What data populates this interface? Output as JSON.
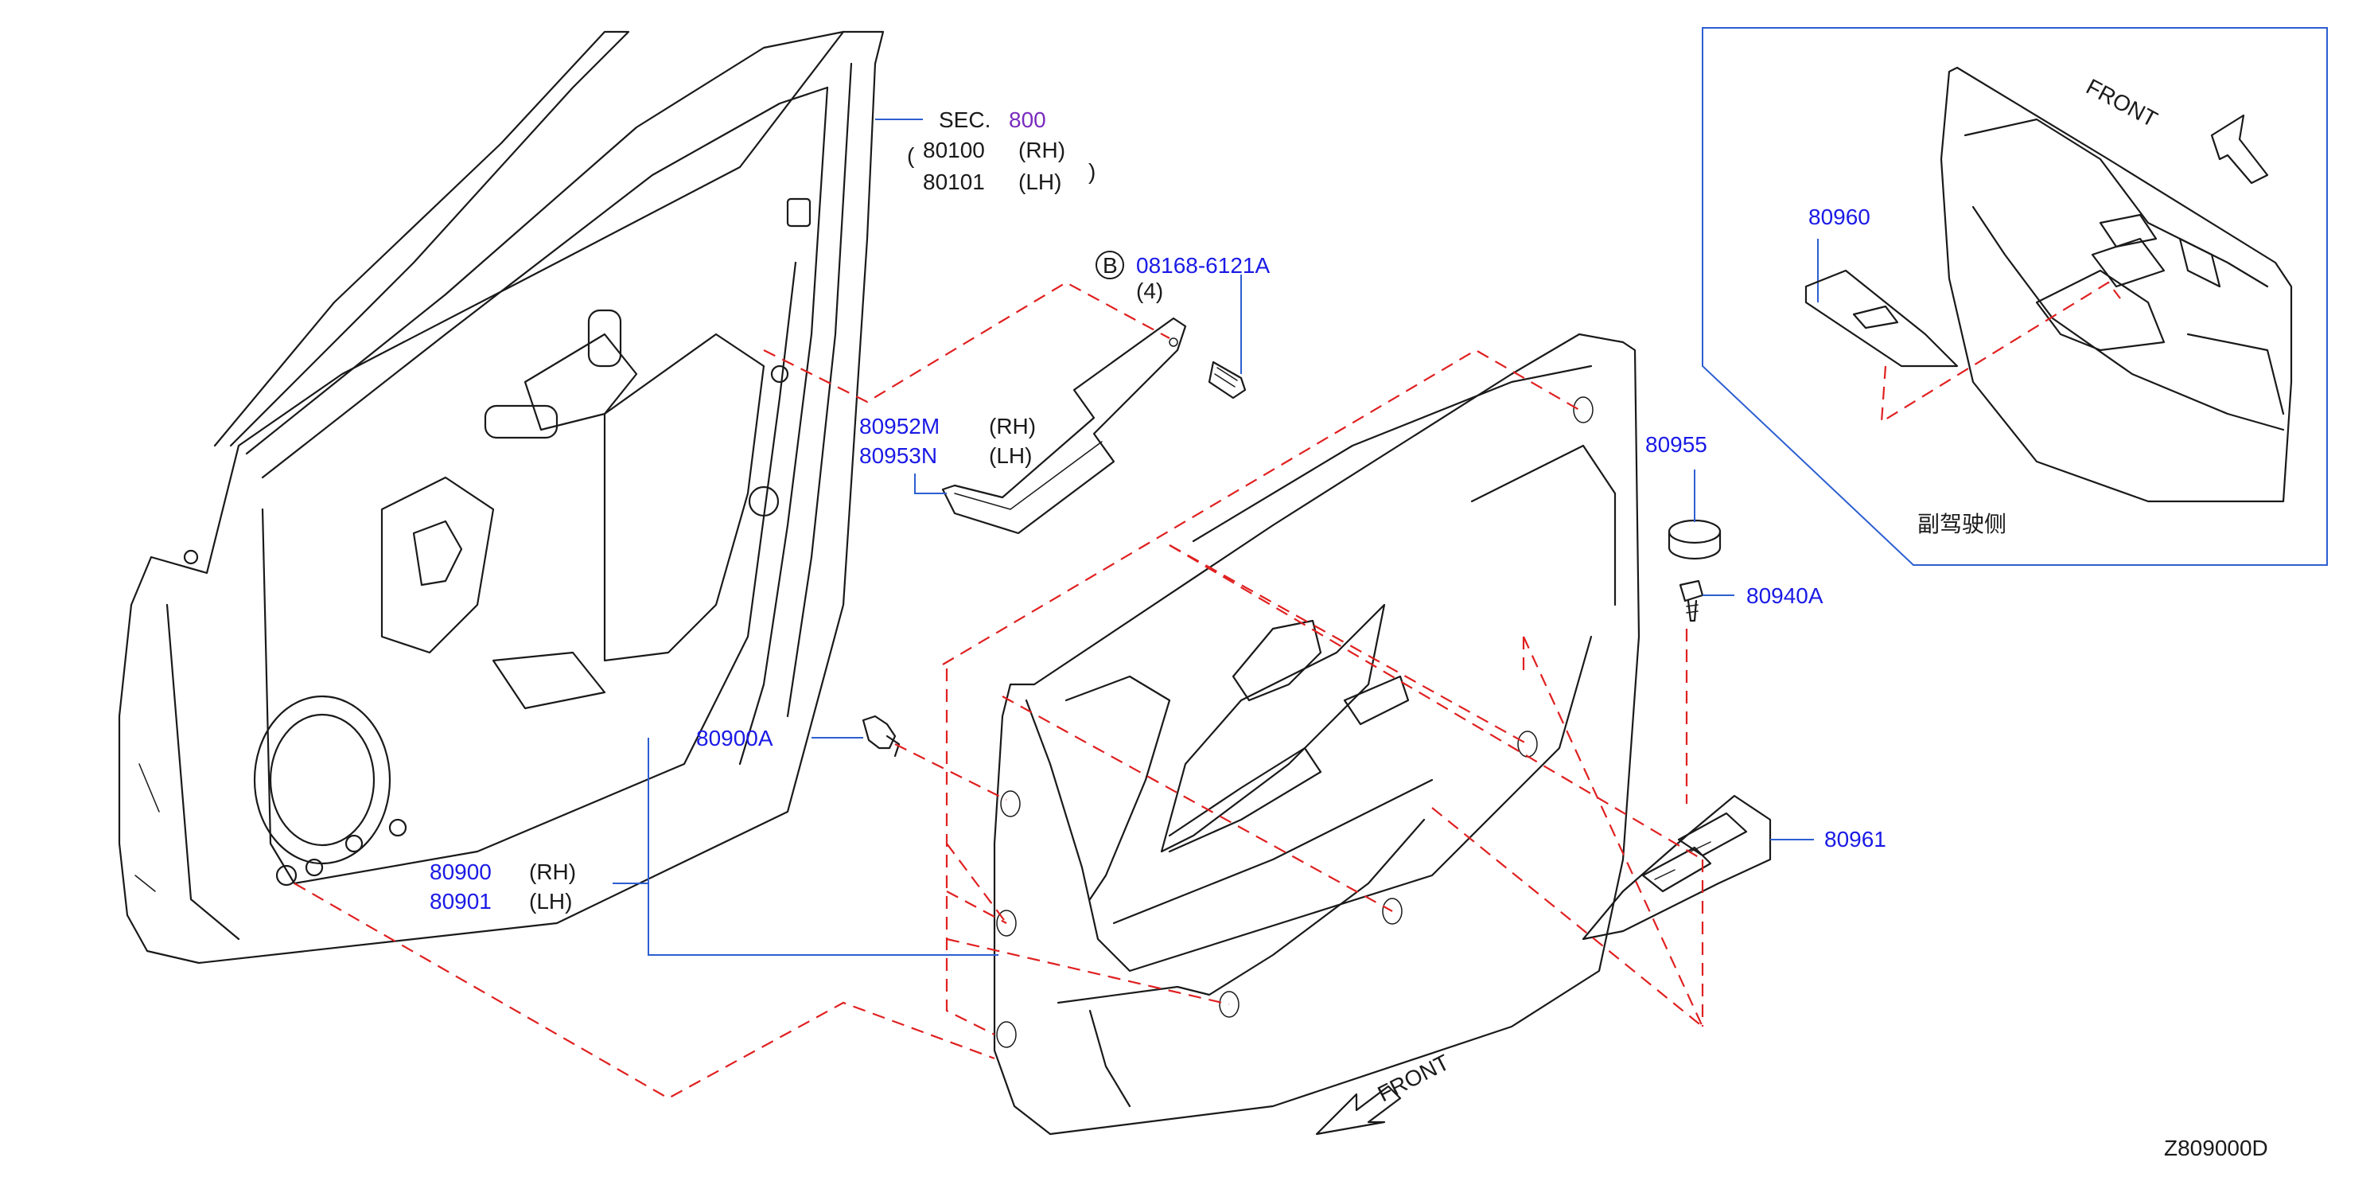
{
  "diagram": {
    "sec_prefix": "SEC.",
    "sec_number": "800",
    "door_rh_part": "80100",
    "door_rh_side": "(RH)",
    "door_lh_part": "80101",
    "door_lh_side": "(LH)",
    "bolt_badge": "B",
    "bolt_part": "08168-6121A",
    "bolt_qty": "(4)",
    "bracket_rh_part": "80952M",
    "bracket_rh_side": "(RH)",
    "bracket_lh_part": "80953N",
    "bracket_lh_side": "(LH)",
    "clip_part": "80900A",
    "trim_rh_part": "80900",
    "trim_rh_side": "(RH)",
    "trim_lh_part": "80901",
    "trim_lh_side": "(LH)",
    "cap_part": "80955",
    "screw_part": "80940A",
    "switch_finisher_part": "80961",
    "inset_switch_part": "80960",
    "inset_caption": "副驾驶侧",
    "front_label_main": "FRONT",
    "front_label_inset": "FRONT",
    "drawing_code": "Z809000D"
  },
  "colors": {
    "part_number": "#1a1ae6",
    "section_ref": "#7a2bbf",
    "leader": "#2d5fd1",
    "hidden_line": "#e02020",
    "outline": "#1a1a1a"
  }
}
